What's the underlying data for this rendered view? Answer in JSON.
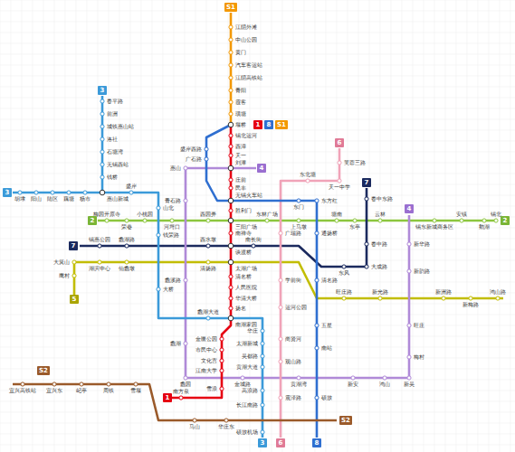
{
  "diagram": {
    "nodes": [
      {
        "text": [
          "S1"
        ]
      },
      {
        "text": [
          "1"
        ]
      },
      {
        "text": [
          "8"
        ]
      },
      {
        "text": [
          "S1"
        ]
      },
      {
        "text": [
          "3"
        ]
      },
      {
        "text": [
          "3"
        ]
      },
      {
        "text": [
          "2"
        ]
      },
      {
        "text": [
          "2"
        ]
      },
      {
        "text": [
          "4"
        ]
      },
      {
        "text": [
          "4"
        ]
      },
      {
        "text": [
          "5"
        ]
      },
      {
        "text": [
          "7"
        ]
      },
      {
        "text": [
          "7"
        ]
      },
      {
        "text": [
          "6"
        ]
      },
      {
        "text": [
          "6"
        ]
      },
      {
        "text": [
          "S2"
        ]
      },
      {
        "text": [
          "S2"
        ]
      },
      {
        "text": [
          "1"
        ]
      },
      {
        "text": [
          "3"
        ]
      },
      {
        "text": [
          "8"
        ]
      }
    ],
    "labels": [
      "江阴外滩",
      "中山公园",
      "黄门",
      "汽车客运站",
      "江阴高铁站",
      "青阳",
      "霞客",
      "璜塘",
      "堰桥",
      "锡北运河",
      "西漳",
      "天一",
      "刘潭",
      "庄前",
      "民丰",
      "无锡火车站",
      "胜利门",
      "三阳广场",
      "南禅寺",
      "谈渡桥",
      "太湖广场",
      "清名桥",
      "人民医院",
      "华清大桥",
      "扬名",
      "南湖家园",
      "金匮公园",
      "市民中心",
      "文化宫",
      "江南大学",
      "雪浪",
      "南方泉",
      "梅园开原寺",
      "荣巷",
      "小桃园",
      "河埒口",
      "西园弄",
      "东林广场",
      "上马墩",
      "塘南",
      "东亭",
      "云林",
      "锡东新城商务区",
      "安镇",
      "鹅湖",
      "锡北",
      "春平路",
      "前洲",
      "城铁惠山站",
      "洛社",
      "石塘湾",
      "无锡西站",
      "钱桥",
      "惠山新城",
      "胡埭",
      "阳山",
      "陆区",
      "藕塘",
      "杨市",
      "盛岸",
      "山北",
      "钱荣路",
      "大桥",
      "蠡湖大道",
      "华庄",
      "太湖新城",
      "吴都路",
      "贡湖大道",
      "高浪路",
      "长江南路",
      "硕放机场",
      "惠山",
      "青石路",
      "蠡溪路",
      "蠡湖",
      "蠡园",
      "金城路",
      "贡湖湾",
      "新安",
      "鸿山",
      "新吴",
      "梅村",
      "旺庄",
      "新韵路",
      "新华路",
      "鹰村",
      "大箕山",
      "湖滨中心",
      "仙蠡墩",
      "清扬路",
      "旺庄路",
      "新光路",
      "新洲路",
      "新梅路",
      "鸿山路",
      "锡惠公园",
      "蠡湖路",
      "西水墩",
      "南长街",
      "东风",
      "大成路",
      "春申路",
      "春申东路",
      "芙蓉三路",
      "天一中学",
      "东北塘",
      "广瑞路",
      "学前街",
      "运河公园",
      "尚贤河",
      "观山路",
      "震泽路",
      "盛岸西路",
      "广石路",
      "东门",
      "东方红",
      "通扬桥",
      "清名路",
      "五星",
      "南站",
      "硕放",
      "宜兴高铁站",
      "宜兴东",
      "屺亭",
      "周铁",
      "雪堰",
      "马山",
      "华庄东"
    ]
  }
}
